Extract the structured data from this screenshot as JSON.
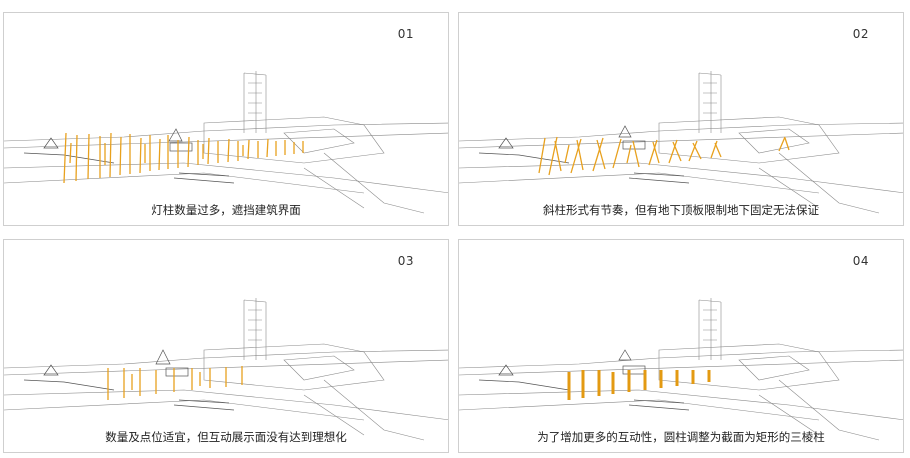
{
  "panels": [
    {
      "number": "01",
      "caption": "灯柱数量过多，遮挡建筑界面"
    },
    {
      "number": "02",
      "caption": "斜柱形式有节奏，但有地下顶板限制地下固定无法保证"
    },
    {
      "number": "03",
      "caption": "数量及点位适宜，但互动展示面没有达到理想化"
    },
    {
      "number": "04",
      "caption": "为了增加更多的互动性，圆柱调整为截面为矩形的三棱柱"
    }
  ],
  "colors": {
    "pole": "#e8a11e",
    "line": "#8a8a8a",
    "border": "#cfcfcf"
  }
}
